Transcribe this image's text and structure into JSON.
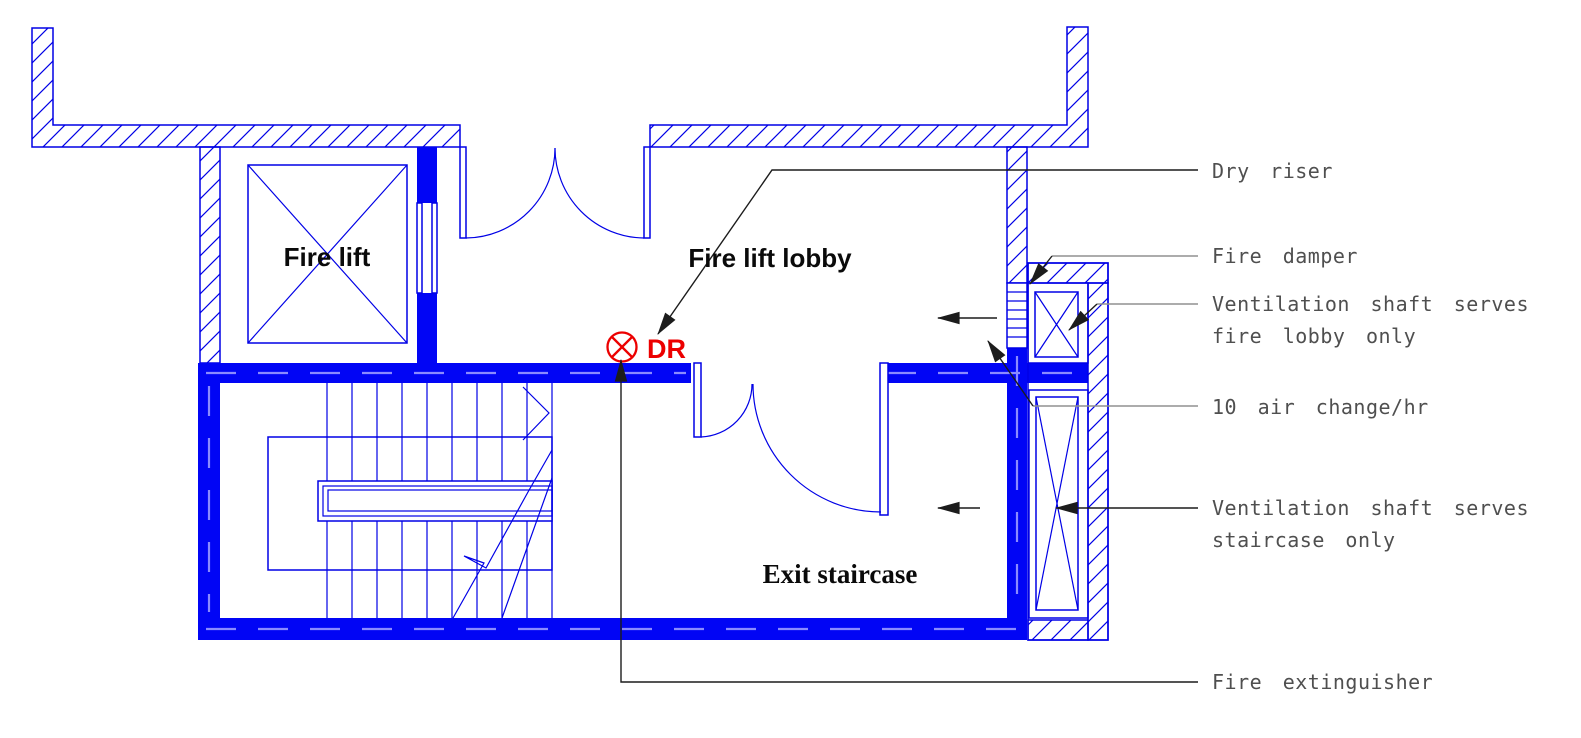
{
  "drawing": {
    "rooms": {
      "fire_lift": "Fire lift",
      "fire_lift_lobby": "Fire lift lobby",
      "exit_staircase": "Exit staircase"
    },
    "symbols": {
      "dry_riser_tag": "DR"
    },
    "annotations": {
      "dry_riser": "Dry riser",
      "fire_damper": "Fire damper",
      "vent_lobby_line1": "Ventilation shaft serves",
      "vent_lobby_line2": "fire lobby only",
      "air_change": "10 air change/hr",
      "vent_stair_line1": "Ventilation shaft serves",
      "vent_stair_line2": "staircase only",
      "fire_extinguisher": "Fire extinguisher"
    }
  },
  "colors": {
    "bg": "#ffffff",
    "line-blue": "#0000e6",
    "wall-blue": "#0105f5",
    "dash-blue": "#8b8bff",
    "symbol-red": "#ec0000",
    "leader-dark": "#1c1c1c",
    "leader-gray": "#909090",
    "annot-gray": "#4f4f4f",
    "label-black": "#0a0a0a"
  }
}
